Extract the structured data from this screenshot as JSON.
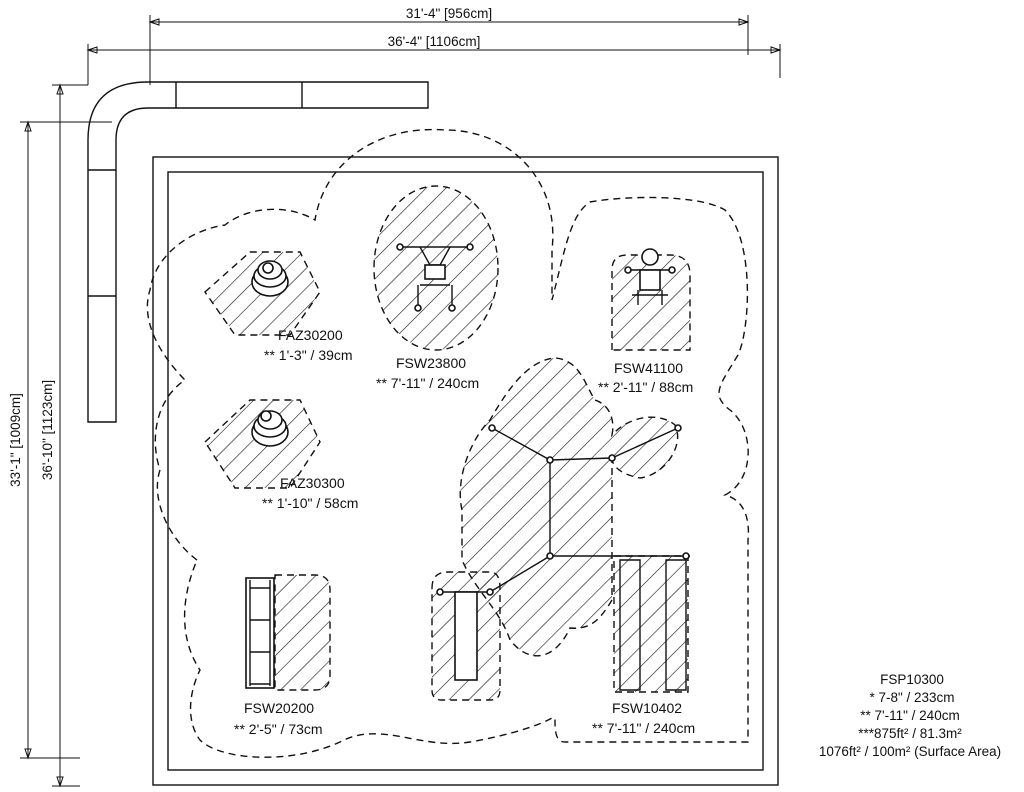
{
  "dimensions": {
    "top_inner": "31'-4\" [956cm]",
    "top_outer": "36'-4\" [1106cm]",
    "left_inner": "33'-1\" [1009cm]",
    "left_outer": "36'-10\" [1123cm]"
  },
  "equipment": [
    {
      "code": "FAZ30200",
      "note": "** 1'-3\" / 39cm"
    },
    {
      "code": "FSW23800",
      "note": "** 7'-11\" / 240cm"
    },
    {
      "code": "FSW41100",
      "note": "** 2'-11\" / 88cm"
    },
    {
      "code": "FAZ30300",
      "note": "** 1'-10\" / 58cm"
    },
    {
      "code": "FSW20200",
      "note": "** 2'-5\" / 73cm"
    },
    {
      "code": "FSW10402",
      "note": "** 7'-11\" / 240cm"
    }
  ],
  "legend": {
    "code": "FSP10300",
    "lines": [
      "* 7-8\" / 233cm",
      "** 7'-11\" / 240cm",
      "***875ft² / 81.3m²",
      "1076ft² / 100m² (Surface Area)"
    ]
  }
}
